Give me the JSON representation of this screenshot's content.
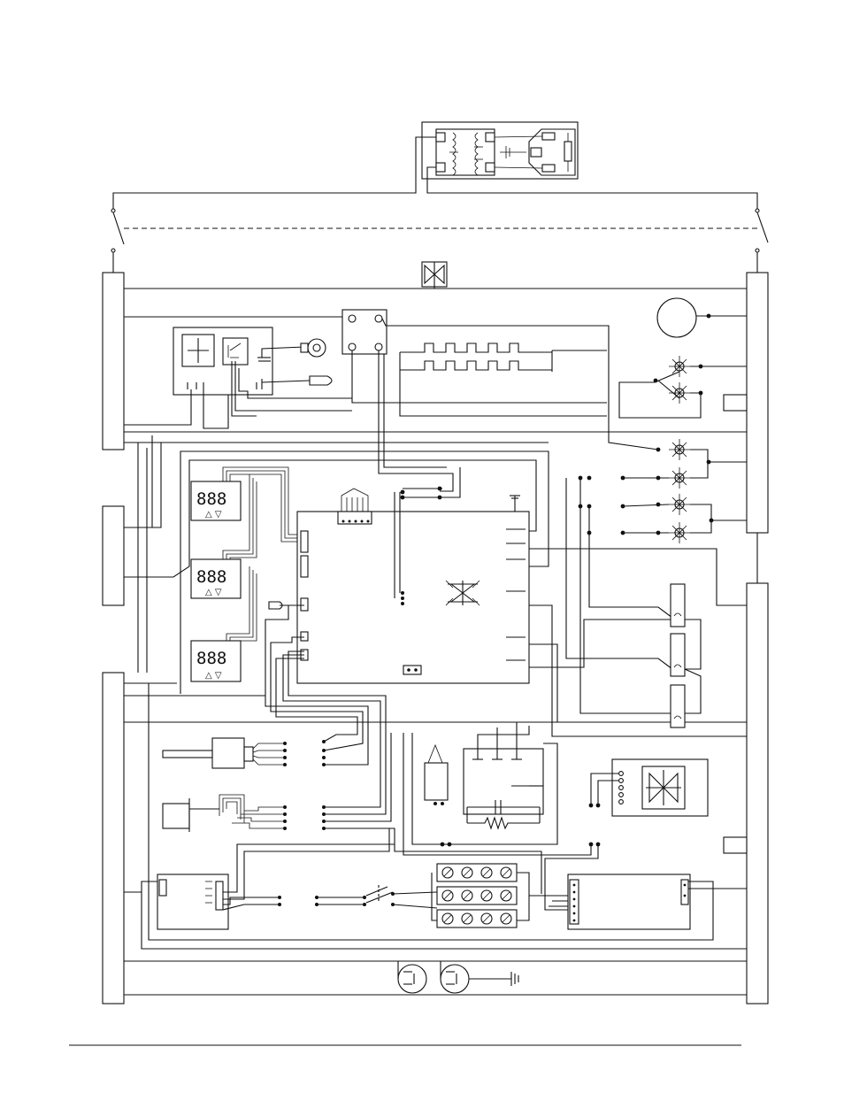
{
  "diagram": {
    "type": "electrical wiring schematic",
    "colors": {
      "line": "#111111",
      "background": "#ffffff"
    },
    "display_readouts": [
      "888",
      "888",
      "888"
    ],
    "display_arrow_labels": [
      "△ ▽",
      "△ ▽",
      "△ ▽"
    ]
  }
}
